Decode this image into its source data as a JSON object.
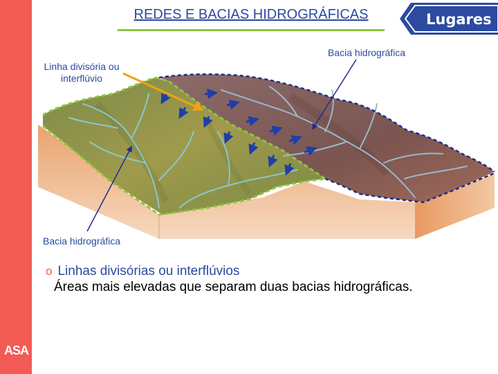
{
  "header": {
    "title": "REDES E BACIAS HIDROGRÁFICAS",
    "tag": "Lugares"
  },
  "logo": {
    "text": "ASA"
  },
  "diagram": {
    "label_divide": "Linha divisória ou interflúvio",
    "label_basin_top": "Bacia hidrográfica",
    "label_basin_bottom": "Bacia hidrográfica"
  },
  "body": {
    "bullet_mark": "o",
    "bullet_heading": "Linhas divisórias ou interflúvios",
    "description": "Áreas mais elevadas que separam duas bacias hidrográficas."
  },
  "colors": {
    "accent": "#f25a54",
    "text_blue": "#2b4aa0",
    "divide_green": "#8dc63f",
    "basin_boundary": "#1e2c8c",
    "arrow_blue": "#1f3ea8",
    "arrow_orange": "#f2a20f"
  }
}
